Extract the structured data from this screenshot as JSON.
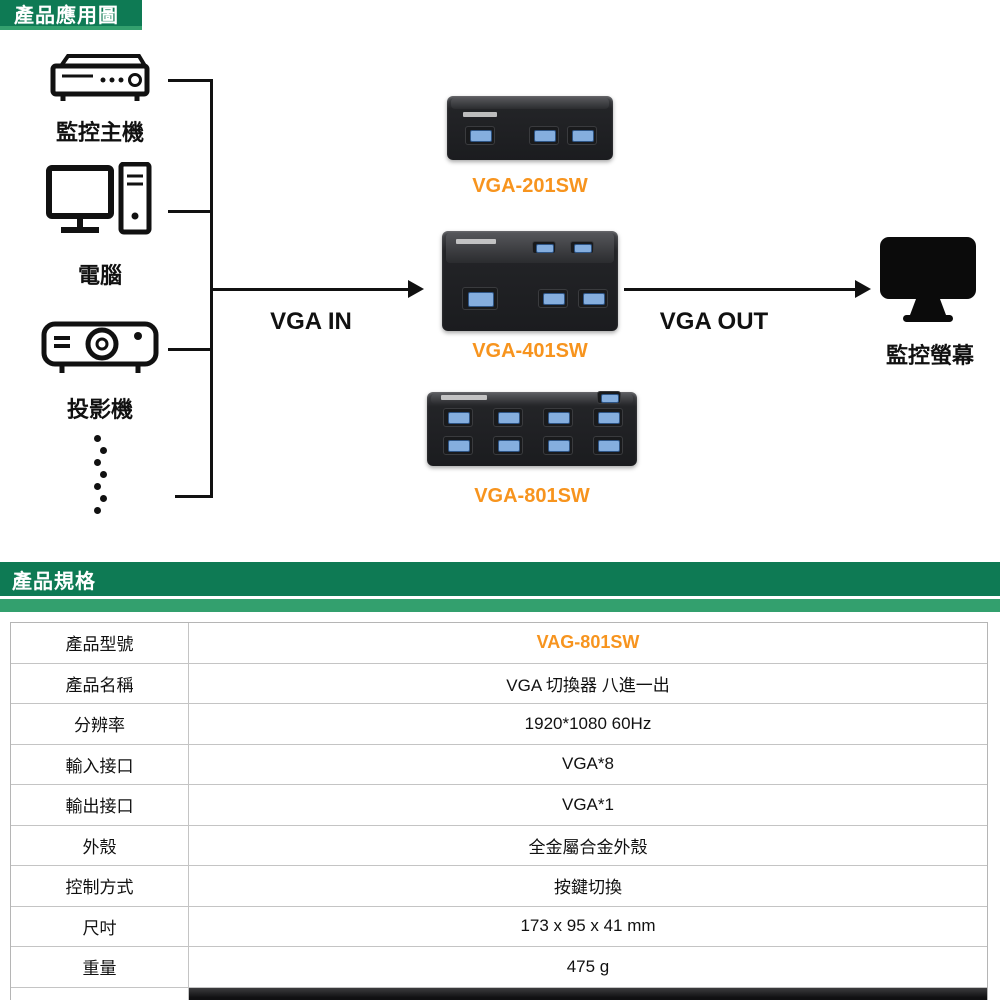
{
  "colors": {
    "header_green": "#0e7a54",
    "strip_green": "#33a06e",
    "accent_orange": "#f7941e",
    "line_black": "#111111"
  },
  "sections": {
    "application_title": "產品應用圖",
    "spec_title": "產品規格"
  },
  "diagram": {
    "inputs": [
      {
        "icon": "dvr-icon",
        "label": "監控主機"
      },
      {
        "icon": "computer-icon",
        "label": "電腦"
      },
      {
        "icon": "projector-icon",
        "label": "投影機"
      }
    ],
    "vga_in_label": "VGA IN",
    "vga_out_label": "VGA OUT",
    "products": [
      {
        "model": "VGA-201SW"
      },
      {
        "model": "VGA-401SW"
      },
      {
        "model": "VGA-801SW"
      }
    ],
    "output": {
      "icon": "monitor-icon",
      "label": "監控螢幕"
    }
  },
  "spec_table": {
    "rows": [
      {
        "label": "產品型號",
        "value": "VAG-801SW"
      },
      {
        "label": "產品名稱",
        "value": "VGA 切換器 八進一出"
      },
      {
        "label": "分辨率",
        "value": "1920*1080 60Hz"
      },
      {
        "label": "輸入接口",
        "value": "VGA*8"
      },
      {
        "label": "輸出接口",
        "value": "VGA*1"
      },
      {
        "label": "外殼",
        "value": "全金屬合金外殼"
      },
      {
        "label": "控制方式",
        "value": "按鍵切換"
      },
      {
        "label": "尺吋",
        "value": "173 x 95 x 41 mm"
      },
      {
        "label": "重量",
        "value": "475 g"
      }
    ]
  }
}
